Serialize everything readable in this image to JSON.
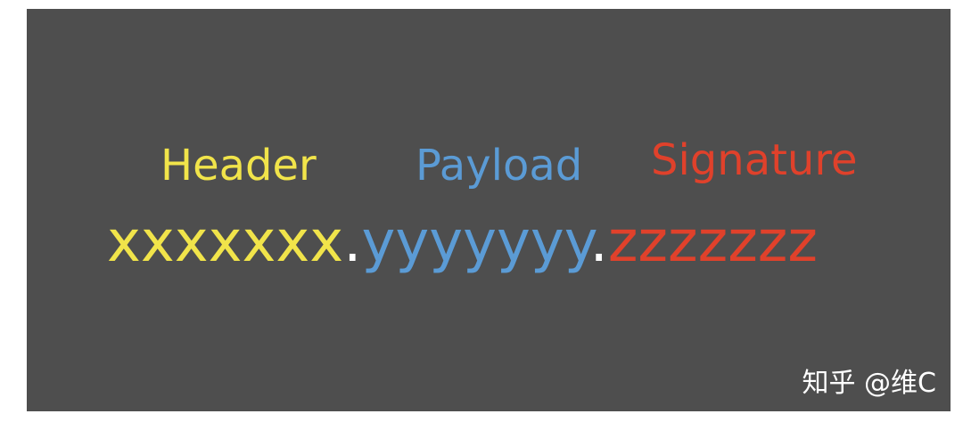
{
  "labels": {
    "header": "Header",
    "payload": "Payload",
    "signature": "Signature"
  },
  "token": {
    "header_part": "xxxxxxx",
    "dot1": ".",
    "payload_part": "yyyyyyy",
    "dot2": ".",
    "signature_part": "zzzzzzz"
  },
  "watermark": "知乎 @维C",
  "colors": {
    "header": "#f1e44a",
    "payload": "#5b9bd5",
    "signature": "#e0412b",
    "dot": "#ffffff",
    "background": "#4e4e4e"
  }
}
